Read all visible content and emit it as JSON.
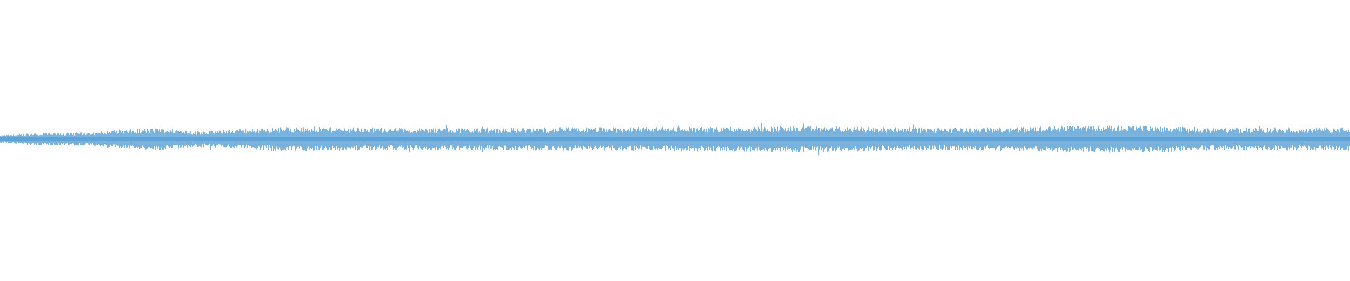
{
  "waveform": {
    "color": "#5a9fd4",
    "background": "#ffffff",
    "sample_count": 1920,
    "baseline_level": 0.5,
    "envelope": [
      {
        "position": 0.0,
        "amplitude": 0.02
      },
      {
        "position": 0.05,
        "amplitude": 0.024
      },
      {
        "position": 0.08,
        "amplitude": 0.04
      },
      {
        "position": 0.1,
        "amplitude": 0.035
      },
      {
        "position": 0.13,
        "amplitude": 0.044
      },
      {
        "position": 0.16,
        "amplitude": 0.034
      },
      {
        "position": 0.18,
        "amplitude": 0.036
      },
      {
        "position": 0.2,
        "amplitude": 0.044
      },
      {
        "position": 0.3,
        "amplitude": 0.04
      },
      {
        "position": 0.45,
        "amplitude": 0.042
      },
      {
        "position": 0.6,
        "amplitude": 0.046
      },
      {
        "position": 0.7,
        "amplitude": 0.04
      },
      {
        "position": 0.84,
        "amplitude": 0.05
      },
      {
        "position": 0.9,
        "amplitude": 0.04
      },
      {
        "position": 1.0,
        "amplitude": 0.042
      }
    ]
  }
}
